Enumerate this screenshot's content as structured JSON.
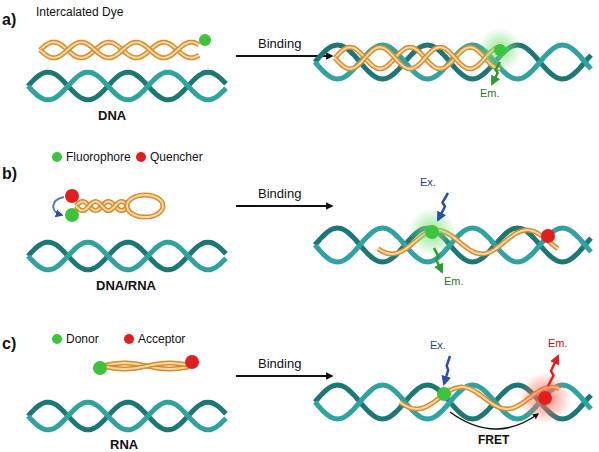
{
  "diagram": {
    "labels": [
      "a)",
      "Intercalated Dye",
      "Binding",
      "DNA",
      "Em.",
      "b)",
      "Binding",
      "DNA/RNA",
      "Ex.",
      "Em.",
      "c)",
      "Binding",
      "RNA",
      "Ex.",
      "Em.",
      "FRET"
    ],
    "legend": [
      {
        "text": "Fluorophore",
        "color": "#3cc43c"
      },
      {
        "text": "Quencher",
        "color": "#e41e1e"
      },
      {
        "text": "Donor",
        "color": "#3cc43c"
      },
      {
        "text": "Acceptor",
        "color": "#e41e1e"
      }
    ]
  }
}
